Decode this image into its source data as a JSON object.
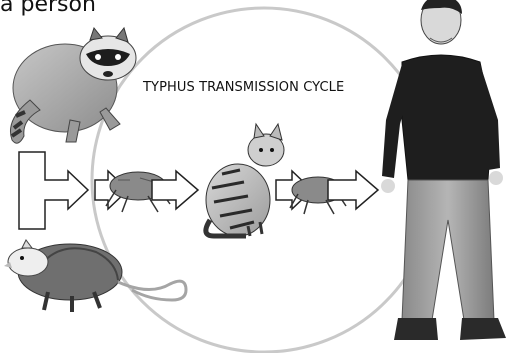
{
  "caption": {
    "top_text": "a person"
  },
  "diagram": {
    "title": "TYPHUS TRANSMISSION CYCLE",
    "nodes": [
      {
        "id": "raccoon",
        "icon": "raccoon-icon"
      },
      {
        "id": "opossum",
        "icon": "opossum-icon"
      },
      {
        "id": "flea-1",
        "icon": "flea-icon"
      },
      {
        "id": "cat",
        "icon": "cat-icon"
      },
      {
        "id": "flea-2",
        "icon": "flea-icon"
      },
      {
        "id": "person",
        "icon": "person-icon"
      }
    ],
    "edges": [
      {
        "from": "raccoon",
        "to": "flea-1"
      },
      {
        "from": "opossum",
        "to": "flea-1"
      },
      {
        "from": "flea-1",
        "to": "cat"
      },
      {
        "from": "cat",
        "to": "flea-2"
      },
      {
        "from": "flea-2",
        "to": "person"
      }
    ]
  }
}
